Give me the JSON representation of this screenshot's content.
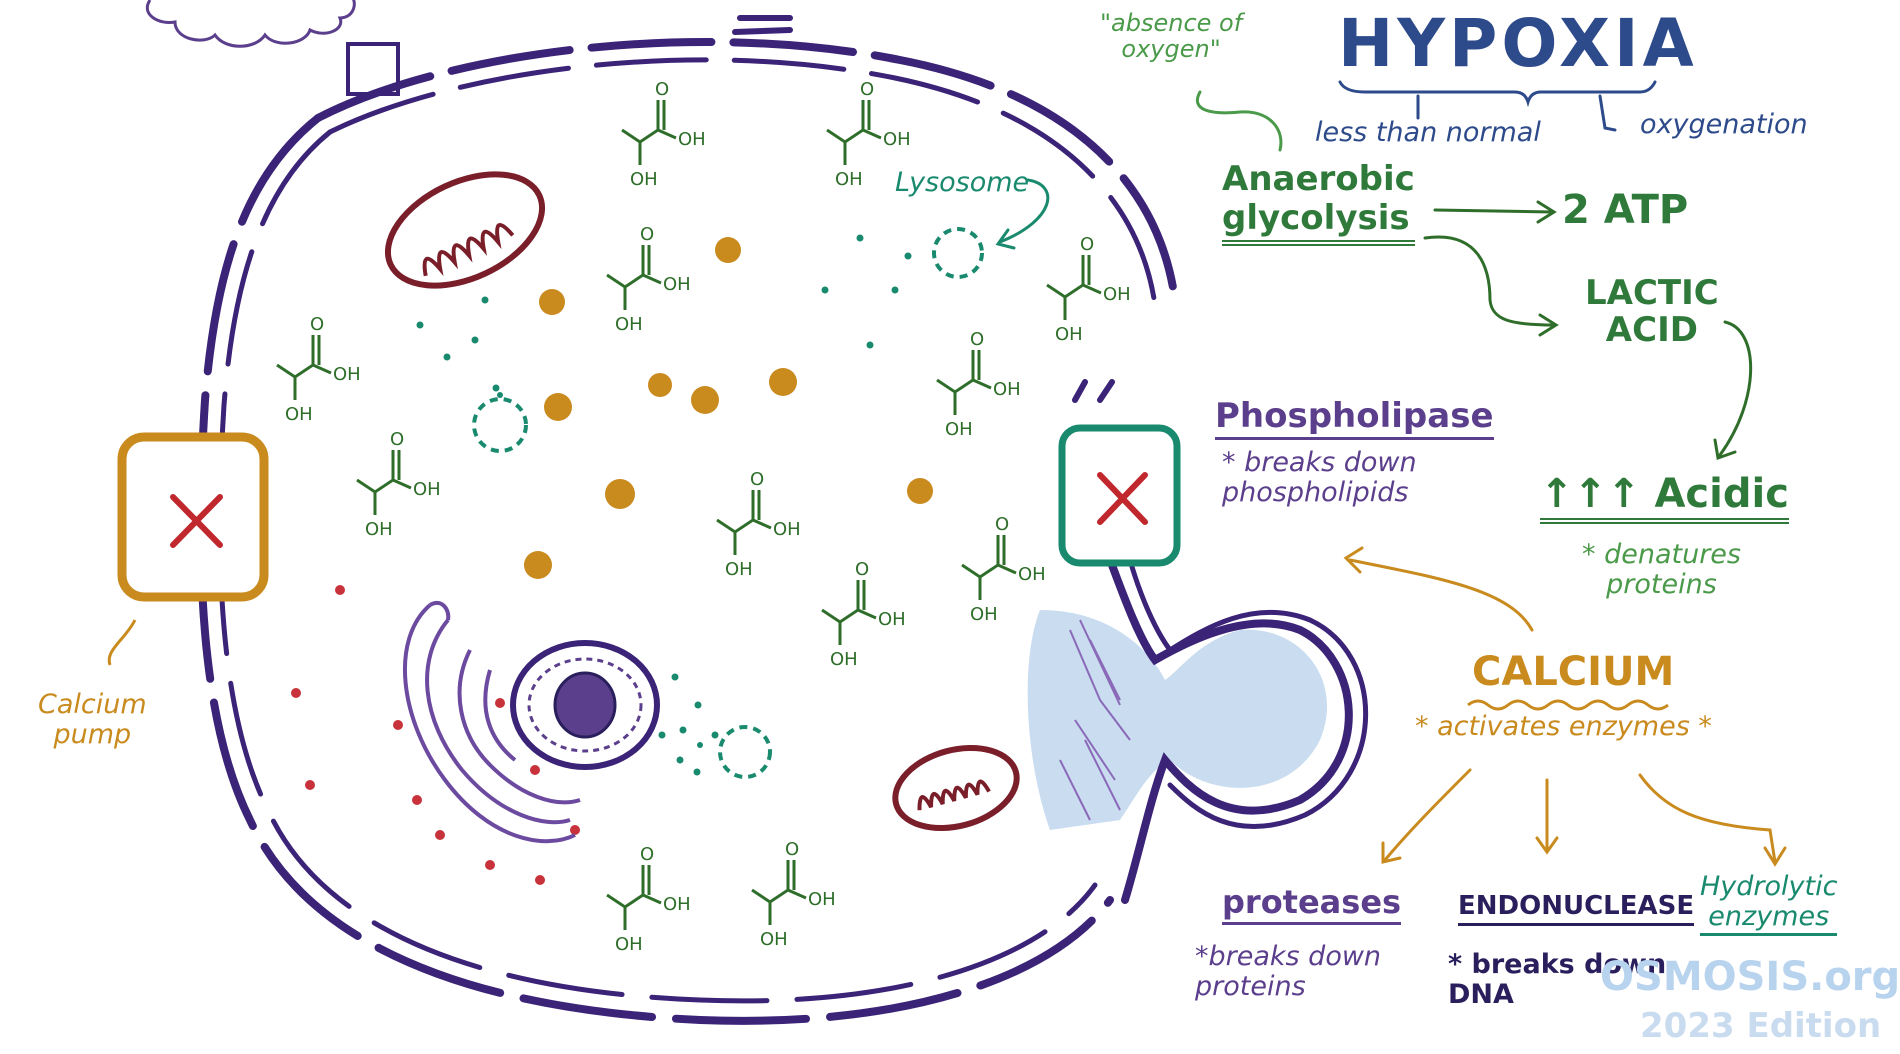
{
  "labels": {
    "hypoxia": "HYPOXIA",
    "absence_of_oxygen": "\"absence of\noxygen\"",
    "less_than_normal": "less than normal",
    "oxygenation": "oxygenation",
    "anaerobic_glycolysis": "Anaerobic\nglycolysis",
    "atp": "2 ATP",
    "lactic_acid": "LACTIC\nACID",
    "acidic": "↑↑↑ Acidic",
    "denatures_proteins": "* denatures\nproteins",
    "phospholipase": "Phospholipase",
    "breaks_down_phospholipids": "* breaks down\nphospholipids",
    "calcium": "CALCIUM",
    "activates_enzymes": "* activates enzymes *",
    "proteases": "proteases",
    "proteases_desc": "*breaks down\nproteins",
    "endonuclease": "ENDONUCLEASE",
    "endonuclease_desc": "* breaks down\nDNA",
    "hydrolytic_enzymes": "Hydrolytic\nenzymes",
    "lysosome": "Lysosome",
    "calcium_pump": "Calcium\npump",
    "lactate_o": "O",
    "lactate_oh": "OH",
    "watermark_brand": "OSMOSIS.org",
    "watermark_edition": "2023 Edition"
  },
  "colors": {
    "membrane": "#3b2377",
    "mitochondria": "#7a1f2a",
    "lactate": "#2f6e2a",
    "orange": "#c98a1e",
    "teal": "#1a8a6e",
    "red_x": "#c0282d",
    "golgi": "#6b4aa0",
    "ribosome": "#c8333b",
    "bleb_fill": "#c9dcf0"
  },
  "icons": [
    "cross-mark-icon",
    "cross-mark-icon"
  ]
}
